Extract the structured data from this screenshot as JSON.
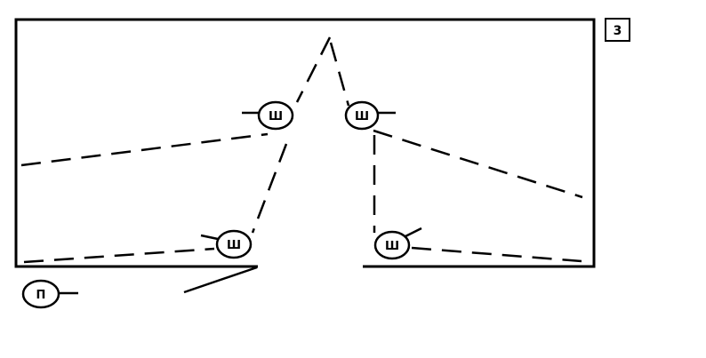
{
  "diagram": {
    "badge": "3",
    "players": [
      {
        "id": "top-left",
        "label": "Ш"
      },
      {
        "id": "top-right",
        "label": "Ш"
      },
      {
        "id": "bottom-left",
        "label": "Ш"
      },
      {
        "id": "bottom-right",
        "label": "Ш"
      },
      {
        "id": "outside",
        "label": "П"
      }
    ],
    "colors": {
      "stroke": "#000000",
      "background": "#ffffff"
    }
  }
}
